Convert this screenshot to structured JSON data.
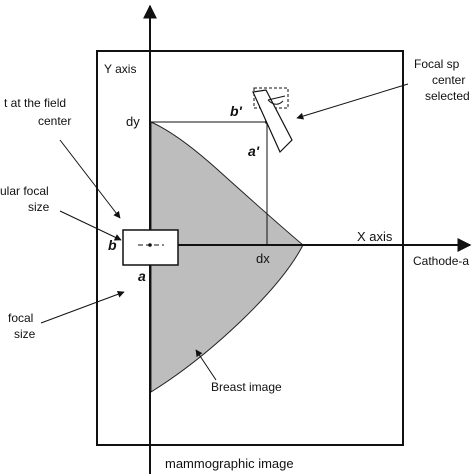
{
  "labels": {
    "y_axis": "Y axis",
    "x_axis": "X axis",
    "cathode": "Cathode-a",
    "dy": "dy",
    "dx": "dx",
    "b_prime": "b'",
    "a_prime": "a'",
    "b": "b",
    "a": "a",
    "field_center": [
      "t at the field",
      "center"
    ],
    "selected_focal_spot": [
      "Focal sp",
      "center",
      "selected"
    ],
    "nominal_focal": [
      "ular focal",
      "size"
    ],
    "effective_focal": [
      "focal",
      "size"
    ],
    "breast_image": "Breast image",
    "caption": "mammographic image"
  },
  "colors": {
    "breast": "#bdbdbd",
    "lines": "#111111",
    "background": "#ffffff"
  }
}
